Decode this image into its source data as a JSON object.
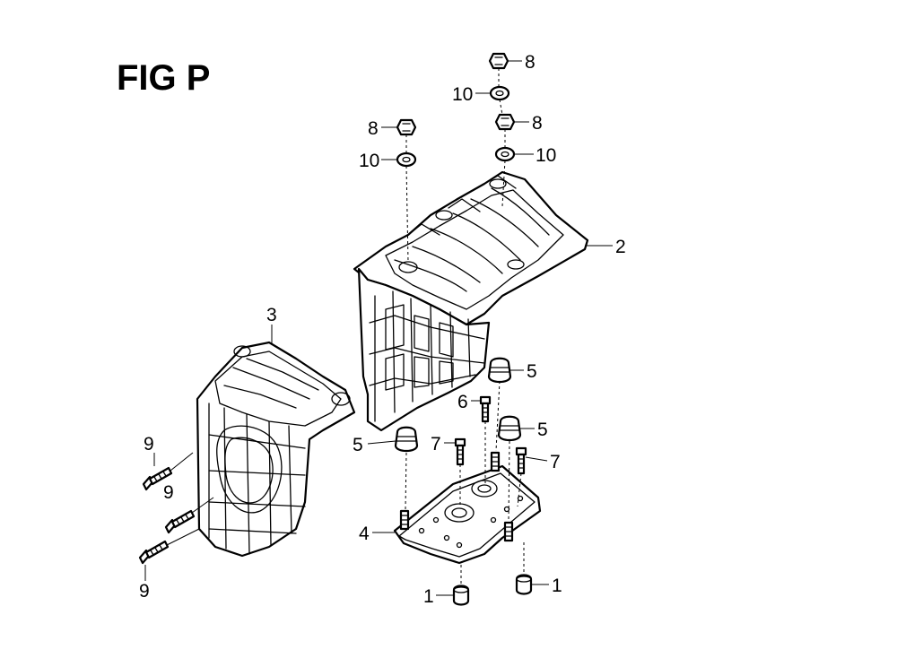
{
  "figure": {
    "title": "FIG P"
  },
  "callouts": {
    "c1a": "1",
    "c1b": "1",
    "c2": "2",
    "c3": "3",
    "c4": "4",
    "c5a": "5",
    "c5b": "5",
    "c5c": "5",
    "c6": "6",
    "c7a": "7",
    "c7b": "7",
    "c8a": "8",
    "c8b": "8",
    "c8c": "8",
    "c9a": "9",
    "c9b": "9",
    "c9c": "9",
    "c10a": "10",
    "c10b": "10",
    "c10c": "10"
  }
}
